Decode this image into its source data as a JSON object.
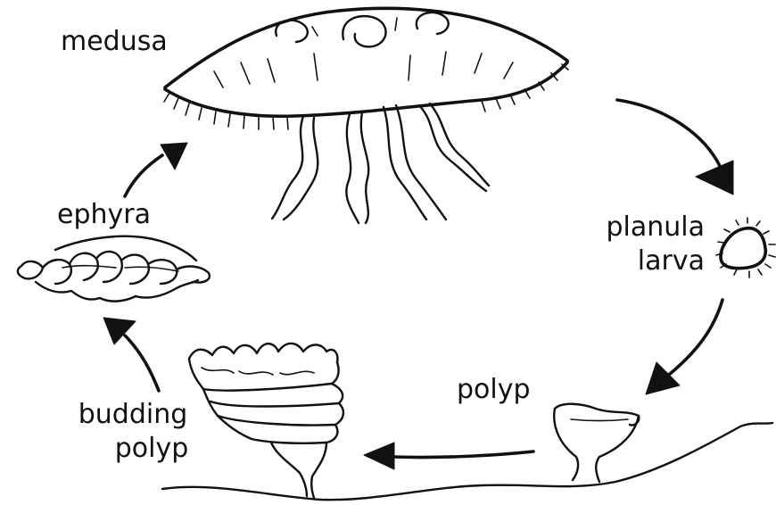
{
  "diagram": {
    "stages": {
      "medusa": "medusa",
      "planula_line1": "planula",
      "planula_line2": "larva",
      "polyp": "polyp",
      "budding_line1": "budding",
      "budding_line2": "polyp",
      "ephyra": "ephyra"
    },
    "ink_color": "#111111",
    "background_color": "#ffffff"
  }
}
